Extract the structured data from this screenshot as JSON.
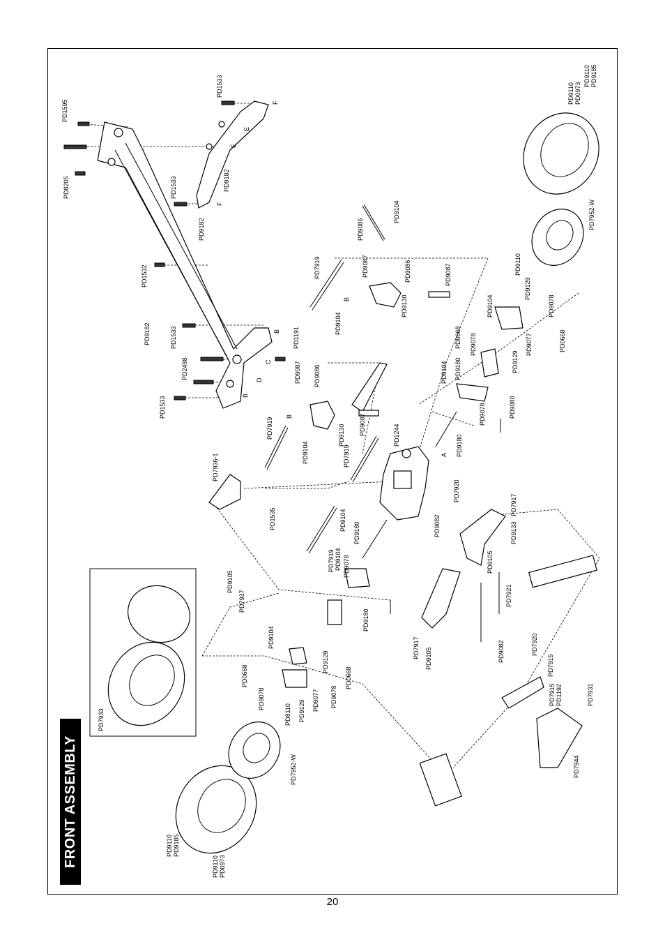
{
  "title": "FRONT ASSEMBLY",
  "page_number": "20",
  "labels": [
    "PD1595",
    "PD8205",
    "PD1533",
    "PD9182",
    "PD1533",
    "PD9182",
    "PD1532",
    "PD9182",
    "PD1533",
    "PD2488",
    "PD1533",
    "PD1191",
    "PD9086",
    "PD9104",
    "PD7919",
    "PD9087",
    "PD9086",
    "PD9130",
    "PD9087",
    "PD9104",
    "PD9087",
    "PD9086",
    "PD9130",
    "PD9087",
    "PD7919",
    "PD9104",
    "PD7919",
    "PD1244",
    "PD7936-1",
    "PD1535",
    "PD9104",
    "PD9180",
    "PD7919",
    "PD9078",
    "PD9104",
    "PD9105",
    "PD7937",
    "PD9180",
    "PD9104",
    "PD0668",
    "PD9129",
    "PD9078",
    "PD0668",
    "PD9129",
    "PD9077",
    "PD9078",
    "PD8110",
    "PD7952-W",
    "PD9110",
    "PD9185",
    "PD9110",
    "PD0973",
    "PD7933",
    "PD7920",
    "PD9082",
    "PD7917",
    "PD9133",
    "PD9105",
    "PD7921",
    "PD7917",
    "PD9105",
    "PD9082",
    "PD7920",
    "PD7915",
    "PD7915",
    "PD1192",
    "PD7931",
    "PD7944",
    "PD9180",
    "PD9104",
    "PD9078",
    "PD9080",
    "PD0668",
    "PD9078",
    "PD9129",
    "PD9180",
    "PD9104",
    "PD9078",
    "PD9129",
    "PD9077",
    "PD0668",
    "PD9110",
    "PD7952-W",
    "PD9110",
    "PD0973",
    "PD9110",
    "PD9185"
  ],
  "callout_letters": [
    "A",
    "B",
    "C",
    "D",
    "E",
    "F"
  ]
}
